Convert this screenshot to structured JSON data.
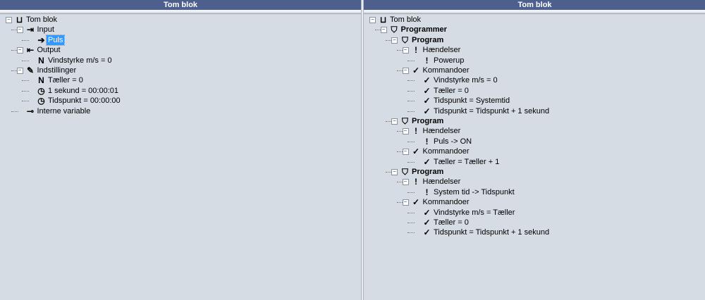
{
  "left": {
    "title": "Tom blok",
    "nodes": [
      {
        "level": 0,
        "label": "Tom blok",
        "icon": "block-icon",
        "expander": true
      },
      {
        "level": 1,
        "label": "Input",
        "icon": "input-icon",
        "expander": true
      },
      {
        "level": 2,
        "label": "Puls",
        "icon": "arrow-right-icon",
        "selected": true
      },
      {
        "level": 1,
        "label": "Output",
        "icon": "output-icon",
        "expander": true
      },
      {
        "level": 2,
        "label": "Vindstyrke m/s = 0",
        "icon": "variable-n-icon"
      },
      {
        "level": 1,
        "label": "Indstillinger",
        "icon": "settings-pencil-icon",
        "expander": true
      },
      {
        "level": 2,
        "label": "Tæller = 0",
        "icon": "variable-n-icon"
      },
      {
        "level": 2,
        "label": "1 sekund = 00:00:01",
        "icon": "clock-icon"
      },
      {
        "level": 2,
        "label": "Tidspunkt = 00:00:00",
        "icon": "clock-icon"
      },
      {
        "level": 1,
        "label": "Interne variable",
        "icon": "internal-variable-icon"
      }
    ]
  },
  "right": {
    "title": "Tom blok",
    "nodes": [
      {
        "level": 0,
        "label": "Tom blok",
        "icon": "block-icon",
        "expander": true
      },
      {
        "level": 1,
        "label": "Programmer",
        "icon": "program-icon",
        "expander": true,
        "bold": true
      },
      {
        "level": 2,
        "label": "Program",
        "icon": "program-icon",
        "expander": true,
        "bold": true
      },
      {
        "level": 3,
        "label": "Hændelser",
        "icon": "event-icon",
        "expander": true
      },
      {
        "level": 4,
        "label": "Powerup",
        "icon": "event-icon"
      },
      {
        "level": 3,
        "label": "Kommandoer",
        "icon": "command-check-icon",
        "expander": true
      },
      {
        "level": 4,
        "label": "Vindstyrke m/s = 0",
        "icon": "command-check-icon"
      },
      {
        "level": 4,
        "label": "Tæller = 0",
        "icon": "command-check-icon"
      },
      {
        "level": 4,
        "label": "Tidspunkt = Systemtid",
        "icon": "command-check-icon"
      },
      {
        "level": 4,
        "label": "Tidspunkt = Tidspunkt + 1 sekund",
        "icon": "command-check-icon"
      },
      {
        "level": 2,
        "label": "Program",
        "icon": "program-icon",
        "expander": true,
        "bold": true
      },
      {
        "level": 3,
        "label": "Hændelser",
        "icon": "event-icon",
        "expander": true
      },
      {
        "level": 4,
        "label": "Puls -> ON",
        "icon": "event-icon"
      },
      {
        "level": 3,
        "label": "Kommandoer",
        "icon": "command-check-icon",
        "expander": true
      },
      {
        "level": 4,
        "label": "Tæller = Tæller + 1",
        "icon": "command-check-icon"
      },
      {
        "level": 2,
        "label": "Program",
        "icon": "program-icon",
        "expander": true,
        "bold": true
      },
      {
        "level": 3,
        "label": "Hændelser",
        "icon": "event-icon",
        "expander": true
      },
      {
        "level": 4,
        "label": "System tid -> Tidspunkt",
        "icon": "event-icon"
      },
      {
        "level": 3,
        "label": "Kommandoer",
        "icon": "command-check-icon",
        "expander": true
      },
      {
        "level": 4,
        "label": "Vindstyrke m/s = Tæller",
        "icon": "command-check-icon"
      },
      {
        "level": 4,
        "label": "Tæller = 0",
        "icon": "command-check-icon"
      },
      {
        "level": 4,
        "label": "Tidspunkt = Tidspunkt + 1 sekund",
        "icon": "command-check-icon"
      }
    ]
  }
}
